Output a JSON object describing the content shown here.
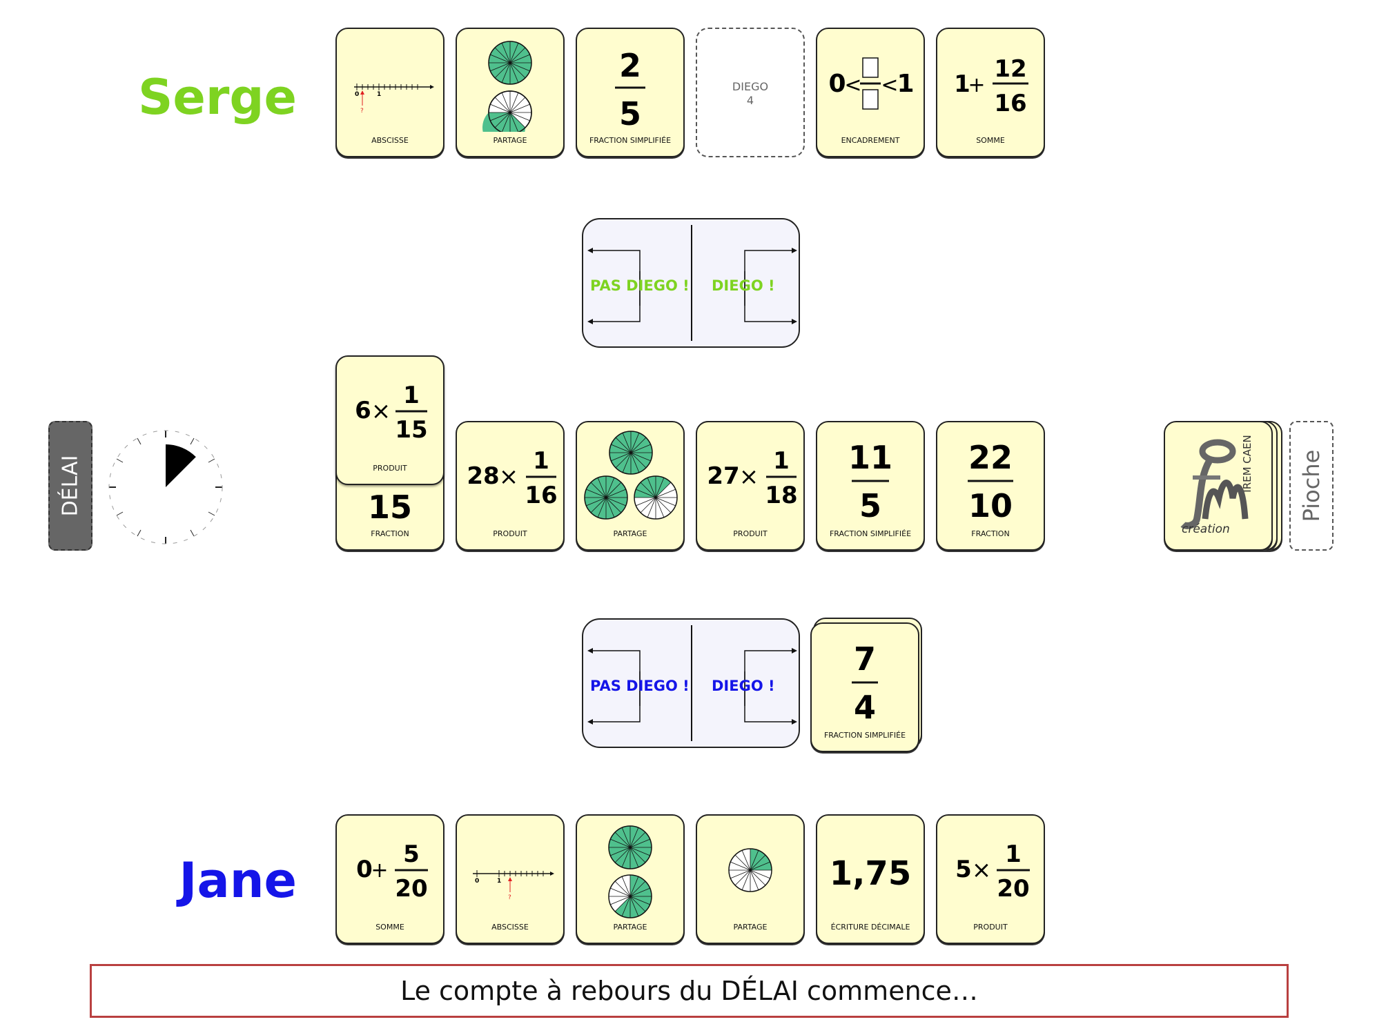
{
  "players": {
    "top": {
      "name": "Serge",
      "color": "#7ed321"
    },
    "bottom": {
      "name": "Jane",
      "color": "#1515e8"
    }
  },
  "top_hand": [
    {
      "label": "ABSCISSE"
    },
    {
      "label": "PARTAGE"
    },
    {
      "label": "FRACTION SIMPLIFIÉE",
      "num": "2",
      "den": "5"
    },
    {
      "blank_line1": "DIEGO",
      "blank_line2": "4"
    },
    {
      "label": "ENCADREMENT",
      "left": "0",
      "right": "1"
    },
    {
      "label": "SOMME",
      "int": "1",
      "num": "12",
      "den": "16"
    }
  ],
  "decision_top": {
    "left": "PAS DIEGO !",
    "right": "DIEGO !",
    "color": "#7ed321"
  },
  "decision_bottom": {
    "left": "PAS DIEGO !",
    "right": "DIEGO !",
    "color": "#1515e8"
  },
  "center_row": [
    {
      "label": "FRACTION",
      "value": "15"
    },
    {
      "label": "PRODUIT",
      "int": "6",
      "num": "1",
      "den": "15"
    },
    {
      "label": "PRODUIT",
      "int": "28",
      "num": "1",
      "den": "16"
    },
    {
      "label": "PARTAGE"
    },
    {
      "label": "PRODUIT",
      "int": "27",
      "num": "1",
      "den": "18"
    },
    {
      "label": "FRACTION SIMPLIFIÉE",
      "num": "11",
      "den": "5"
    },
    {
      "label": "FRACTION",
      "num": "22",
      "den": "10"
    }
  ],
  "discard": {
    "label": "FRACTION SIMPLIFIÉE",
    "num": "7",
    "den": "4"
  },
  "bottom_hand": [
    {
      "label": "SOMME",
      "int": "0",
      "num": "5",
      "den": "20"
    },
    {
      "label": "ABSCISSE"
    },
    {
      "label": "PARTAGE"
    },
    {
      "label": "PARTAGE"
    },
    {
      "label": "ÉCRITURE DÉCIMALE",
      "value": "1,75"
    },
    {
      "label": "PRODUIT",
      "int": "5",
      "num": "1",
      "den": "20"
    }
  ],
  "deck": {
    "logo_top": "IREM CAEN",
    "logo_bottom": "création"
  },
  "buttons": {
    "delai": "DÉLAI",
    "pioche": "Pioche"
  },
  "timer": {
    "remaining_fraction": 0.125
  },
  "axis": {
    "zero": "0",
    "one": "1",
    "question": "?"
  },
  "status": "Le compte à rebours du DÉLAI commence…",
  "colors": {
    "card": "#fffdcf",
    "wheel": "#4fc08d",
    "accent_red": "#e02020"
  }
}
